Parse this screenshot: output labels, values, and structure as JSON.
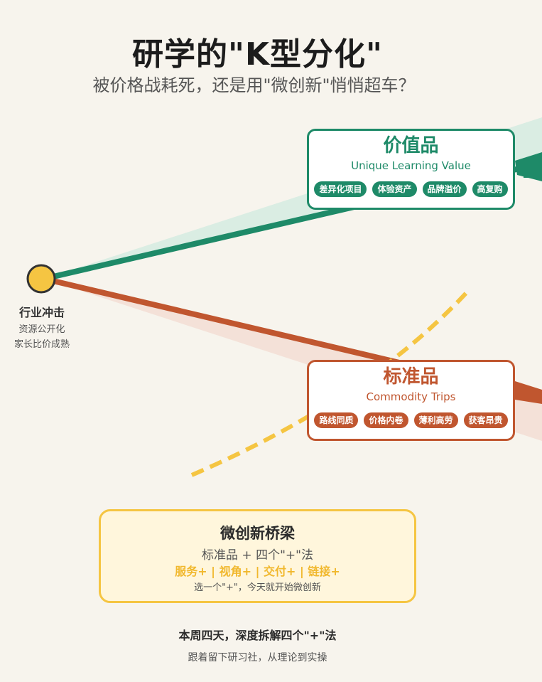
{
  "header": {
    "title": "研学的\"K型分化\"",
    "subtitle": "被价格战耗死，还是用\"微创新\"悄悄超车？"
  },
  "origin": {
    "title": "行业冲击",
    "lines": [
      "资源公开化",
      "家长比价成熟"
    ]
  },
  "value_branch": {
    "title": "价值品",
    "subtitle": "Unique Learning Value",
    "tags": [
      "差异化项目",
      "体验资产",
      "品牌溢价",
      "高复购"
    ]
  },
  "commodity_branch": {
    "title": "标准品",
    "subtitle": "Commodity Trips",
    "tags": [
      "路线同质",
      "价格内卷",
      "薄利高劳",
      "获客昂贵"
    ]
  },
  "bridge": {
    "title": "微创新桥梁",
    "formula": "标准品 + 四个\"+\"法",
    "pluses": "服务+ | 视角+ | 交付+ | 链接+",
    "note": "选一个\"+\"，今天就开始微创新"
  },
  "footer": {
    "main": "本周四天，深度拆解四个\"+\"法",
    "sub": "跟着留下研习社，从理论到实操"
  },
  "colors": {
    "value_green": "#1e8a68",
    "commodity_red": "#c0562f",
    "bridge_yellow": "#f5c542",
    "background": "#f7f4ed"
  }
}
